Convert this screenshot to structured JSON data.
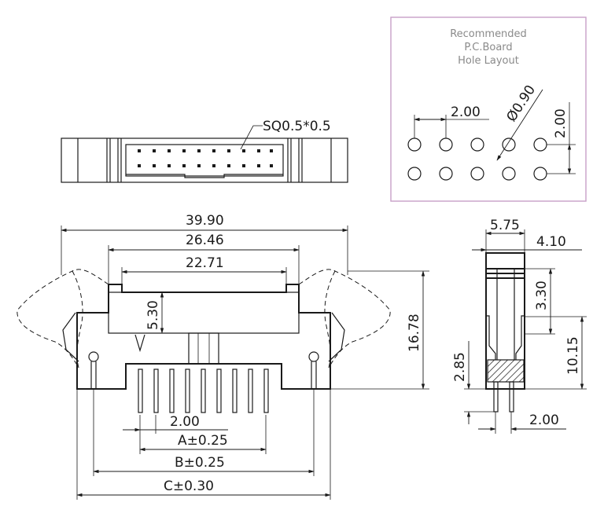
{
  "pcb_layout": {
    "title_line1": "Recommended",
    "title_line2": "P.C.Board",
    "title_line3": "Hole Layout",
    "pitch_h": "2.00",
    "pitch_v": "2.00",
    "hole_diameter": "Ø0.90"
  },
  "top_view": {
    "pin_label": "SQ0.5*0.5"
  },
  "front_view": {
    "overall_width": "39.90",
    "body_width": "26.46",
    "inner_width": "22.71",
    "slot_depth": "5.30",
    "height": "16.78",
    "pitch": "2.00",
    "dim_a": "A±0.25",
    "dim_b": "B±0.25",
    "dim_c": "C±0.30"
  },
  "side_view": {
    "body_width": "5.75",
    "right_width": "4.10",
    "top_height": "3.30",
    "body_height": "10.15",
    "pin_length": "2.85",
    "pin_pitch": "2.00"
  },
  "colors": {
    "line": "#1a1a1a",
    "frame": "#c8a0c8",
    "note_text": "#8a8a8a"
  }
}
